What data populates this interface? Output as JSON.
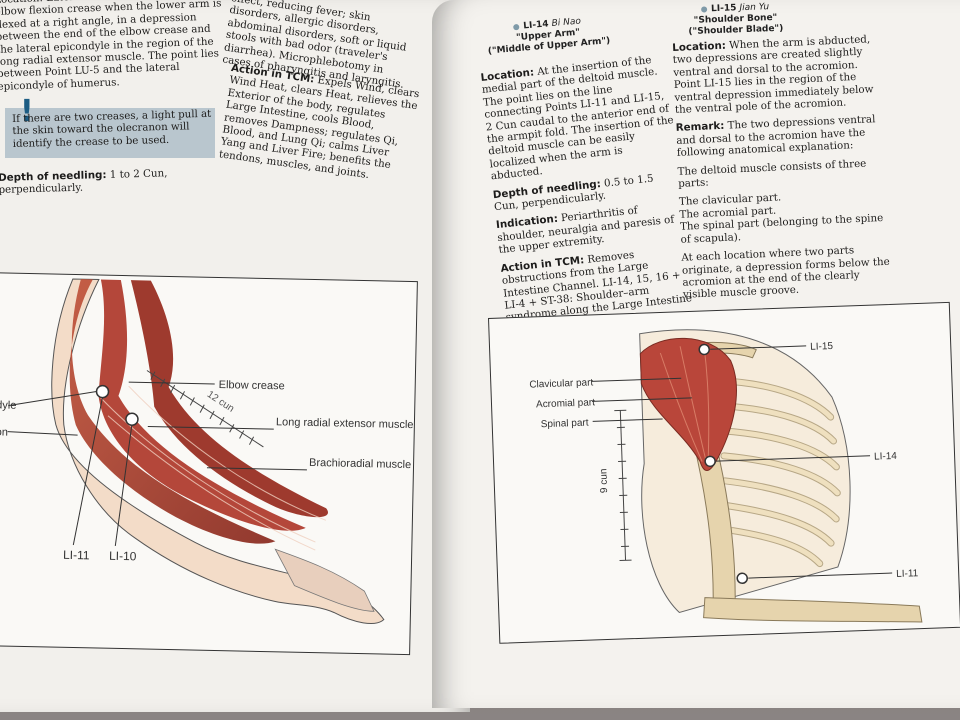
{
  "left_page": {
    "col1_top": "Location: Lateral to the radial end of the elbow flexion crease when the lower arm is flexed at a right angle, in a depression between the end of the elbow crease and the lateral epicondyle in the region of the long radial extensor muscle. The point lies between Point LU-5 and the lateral epicondyle of humerus.",
    "col2_top": "effect, reducing fever; skin disorders, allergic disorders, abdominal disorders, soft or liquid stools with bad odor (traveler's diarrhea). Microphlebotomy in cases of pharyngitis and laryngitis.",
    "tip": "If there are two creases, a light pull at the skin toward the olecranon will identify the crease to be used.",
    "action_title": "Action in TCM:",
    "action_text": "Expels Wind, clears Wind Heat, clears Heat, relieves the Exterior of the body, regulates Large Intestine, cools Blood, removes Dampness; regulates Qi, Blood, and Lung Qi; calms Liver Yang and Liver Fire; benefits the tendons, muscles, and joints.",
    "depth_title": "Depth of needling:",
    "depth_text": "1 to 2 Cun, perpendicularly.",
    "figure": {
      "elbow_crease": "Elbow crease",
      "cun": "12 cun",
      "long_radial_extensor": "Long radial extensor muscle of wrist",
      "brachioradial": "Brachioradial muscle",
      "epicondyle_partial": "dyle",
      "olecranon_partial": "on",
      "li11": "LI-11",
      "li10": "LI-10"
    }
  },
  "right_page": {
    "li14_header": {
      "code": "LI-14",
      "name": "Bi Nao",
      "line2": "\"Upper Arm\"",
      "line3": "(\"Middle of Upper Arm\")"
    },
    "li14_location_title": "Location:",
    "li14_location": "At the insertion of the medial part of the deltoid muscle. The point lies on the line connecting Points LI-11 and LI-15, 2 Cun caudal to the anterior end of the armpit fold. The insertion of the deltoid muscle can be easily localized when the arm is abducted.",
    "li14_depth_title": "Depth of needling:",
    "li14_depth": "0.5 to 1.5 Cun, perpendicularly.",
    "li14_indication_title": "Indication:",
    "li14_indication": "Periarthritis of shoulder, neuralgia and paresis of the upper extremity.",
    "li14_action_title": "Action in TCM:",
    "li14_action": "Removes obstructions from the Large Intestine Channel. LI-14, 15, 16 + LI-4 + ST-38: Shoulder–arm syndrome along the Large Intestine Channel.",
    "li15_header": {
      "code": "LI-15",
      "name": "Jian Yu",
      "line2": "\"Shoulder Bone\"",
      "line3": "(\"Shoulder Blade\")"
    },
    "li15_location_title": "Location:",
    "li15_location": "When the arm is abducted, two depressions are created slightly ventral and dorsal to the acromion. Point LI-15 lies in the region of the ventral depression immediately below the ventral pole of the acromion.",
    "li15_remark_title": "Remark:",
    "li15_remark": "The two depressions ventral and dorsal to the acromion have the following anatomical explanation:",
    "li15_remark_2": "The deltoid muscle consists of three parts:",
    "li15_parts": [
      "The clavicular part.",
      "The acromial part.",
      "The spinal part (belonging to the spine of scapula)."
    ],
    "li15_remark_3": "At each location where two parts originate, a depression forms below the acromion at the end of the clearly visible muscle groove.",
    "figure": {
      "clavicular": "Clavicular part",
      "acromial": "Acromial part",
      "spinal": "Spinal part",
      "cun": "9 cun",
      "li15": "LI-15",
      "li14": "LI-14",
      "li11": "LI-11"
    }
  },
  "colors": {
    "page": "#f2f0ec",
    "tip_box": "#b9c6ce",
    "tip_mark": "#1d5d84",
    "muscle": "#b04a3a",
    "bone": "#e6d4ad"
  }
}
